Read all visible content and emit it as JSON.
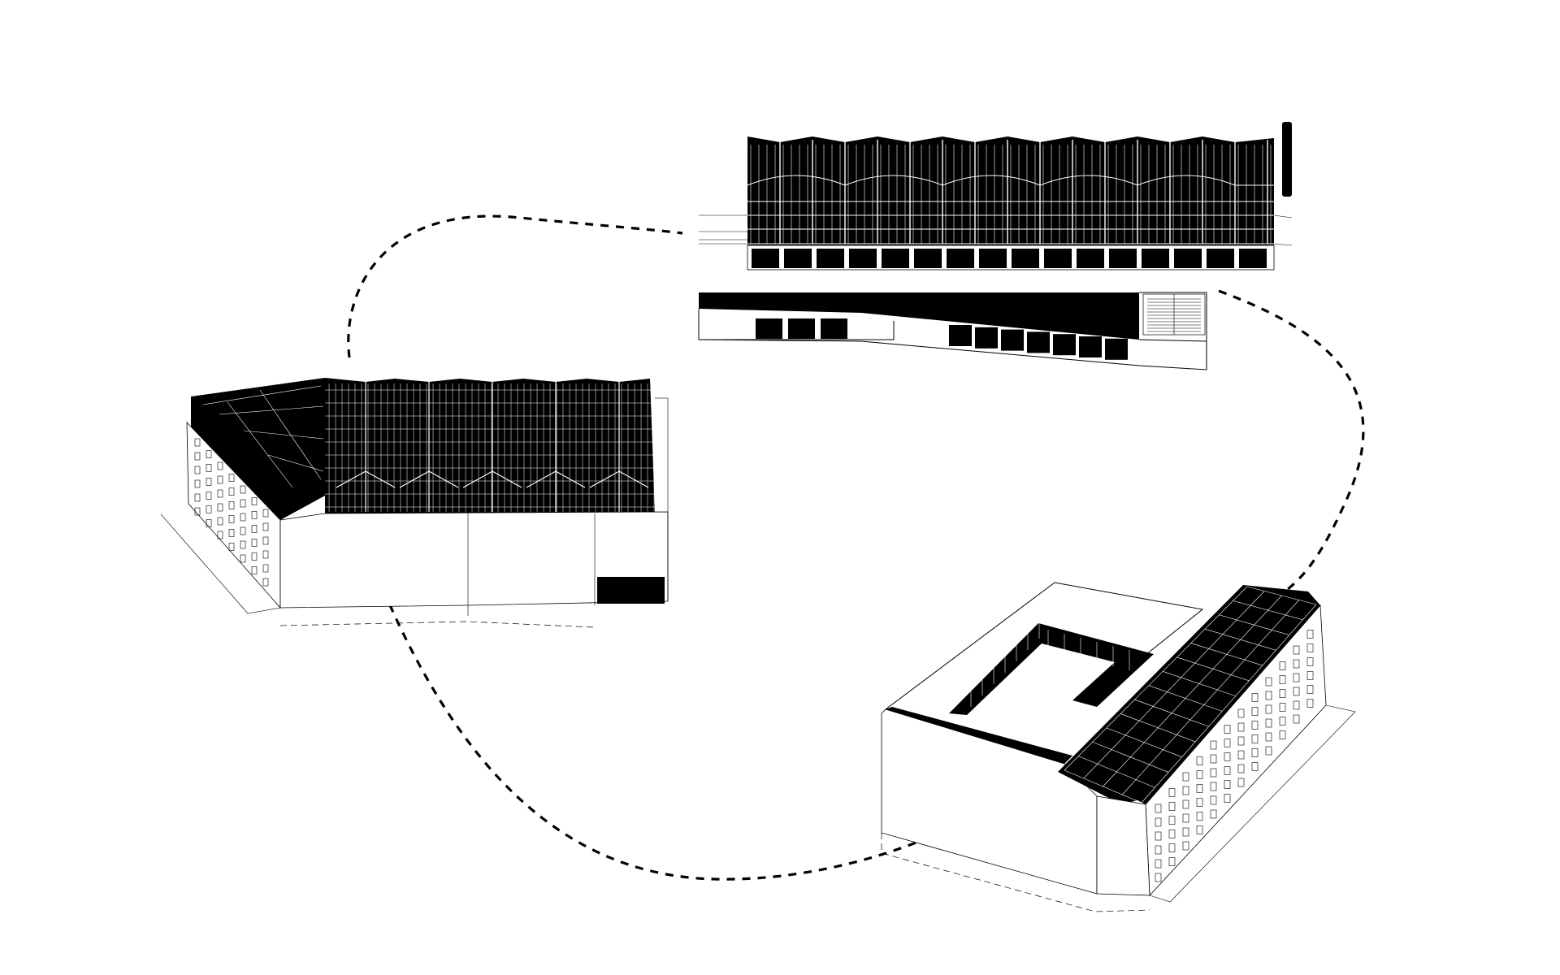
{
  "diagram": {
    "kind": "architectural-axonometric-cycle",
    "colors": {
      "background": "#ffffff",
      "ink": "#000000",
      "line": "#000000"
    },
    "nodes": [
      {
        "id": "elevation-group",
        "view": "elevation",
        "labels": []
      },
      {
        "id": "axonometric-left",
        "view": "axonometric",
        "labels": []
      },
      {
        "id": "axonometric-right",
        "view": "axonometric",
        "labels": []
      }
    ],
    "connectors": [
      {
        "from": "elevation-group",
        "to": "axonometric-right",
        "style": "dashed"
      },
      {
        "from": "axonometric-right",
        "to": "axonometric-left",
        "style": "dashed"
      },
      {
        "from": "axonometric-left",
        "to": "elevation-group",
        "style": "dashed"
      }
    ]
  }
}
